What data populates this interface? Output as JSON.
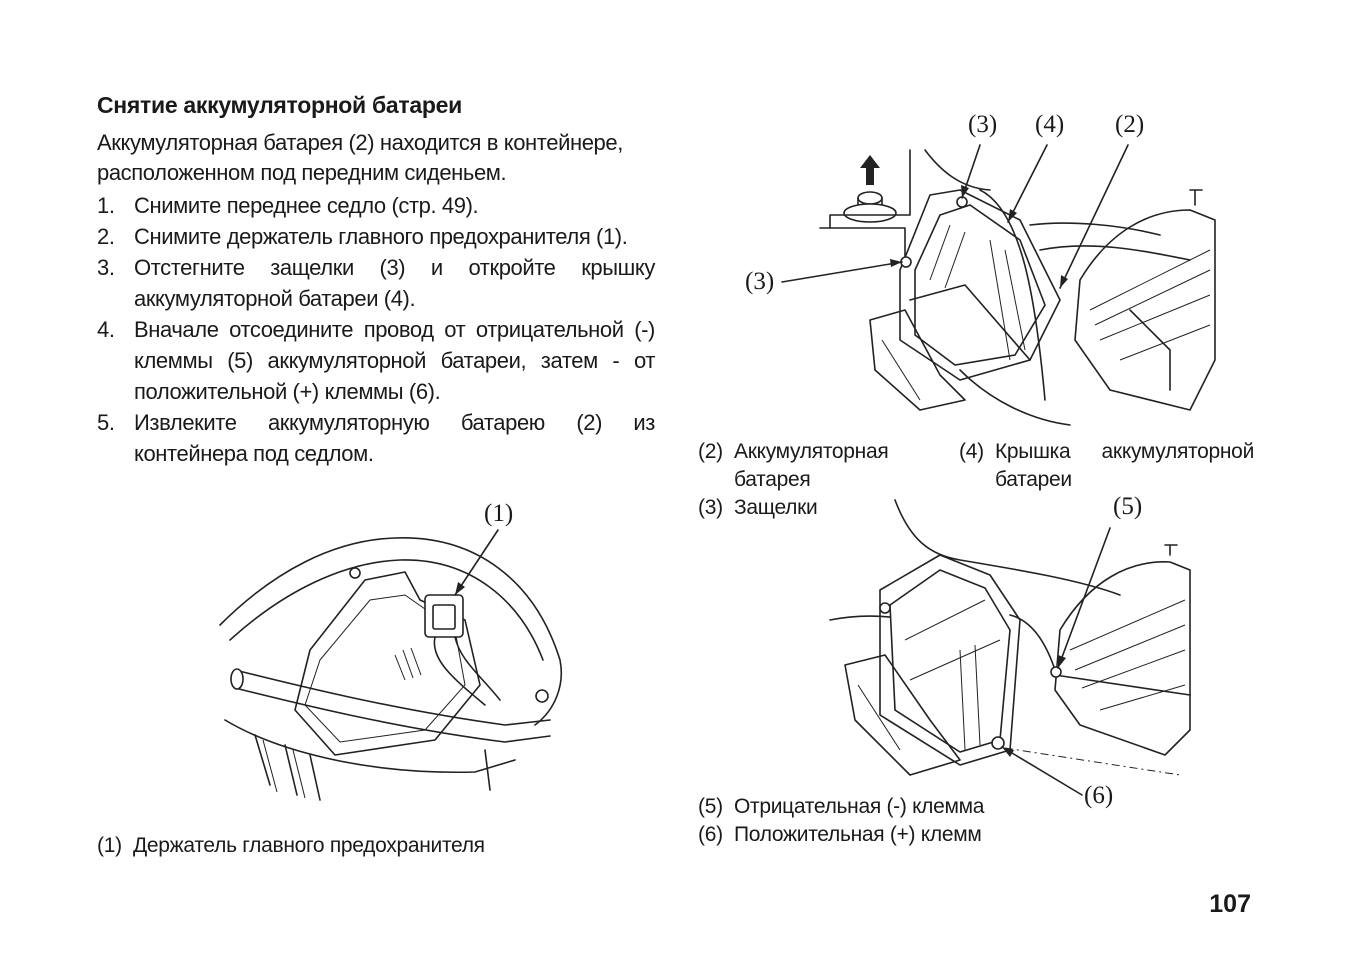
{
  "section": {
    "title": "Снятие аккумуляторной батареи",
    "intro_lines": [
      "Аккумуляторная батарея (2) находится в контейнере,",
      "расположенном под передним сиденьем."
    ]
  },
  "steps": [
    {
      "num": "1.",
      "text": "Снимите переднее седло (стр. 49)."
    },
    {
      "num": "2.",
      "text": "Снимите держатель главного предохранителя (1)."
    },
    {
      "num": "3.",
      "text": "Отстегните защелки (3) и откройте крышку аккумуляторной батареи (4)."
    },
    {
      "num": "4.",
      "text": "Вначале отсоедините провод от отрицательной (-) клеммы (5) аккумуляторной батареи, затем - от положительной (+) клеммы (6)."
    },
    {
      "num": "5.",
      "text": "Извлеките аккумуляторную батарею (2) из контейнера под седлом."
    }
  ],
  "figure_fuse": {
    "label": "(1)",
    "caption_num": "(1)",
    "caption_text": "Держатель главного предохранителя"
  },
  "figure_battery": {
    "labels": {
      "l3_top": "(3)",
      "l4": "(4)",
      "l2": "(2)",
      "l3_left": "(3)"
    },
    "captions": [
      {
        "num": "(2)",
        "text": "Аккумуляторная батарея"
      },
      {
        "num": "(3)",
        "text": "Защелки"
      },
      {
        "num": "(4)",
        "text": "Крышка аккумуляторной батареи"
      }
    ]
  },
  "figure_terminals": {
    "labels": {
      "l5": "(5)",
      "l6": "(6)"
    },
    "captions": [
      {
        "num": "(5)",
        "text": "Отрицательная (-) клемма"
      },
      {
        "num": "(6)",
        "text": "Положительная (+) клемм"
      }
    ]
  },
  "page_number": "107"
}
